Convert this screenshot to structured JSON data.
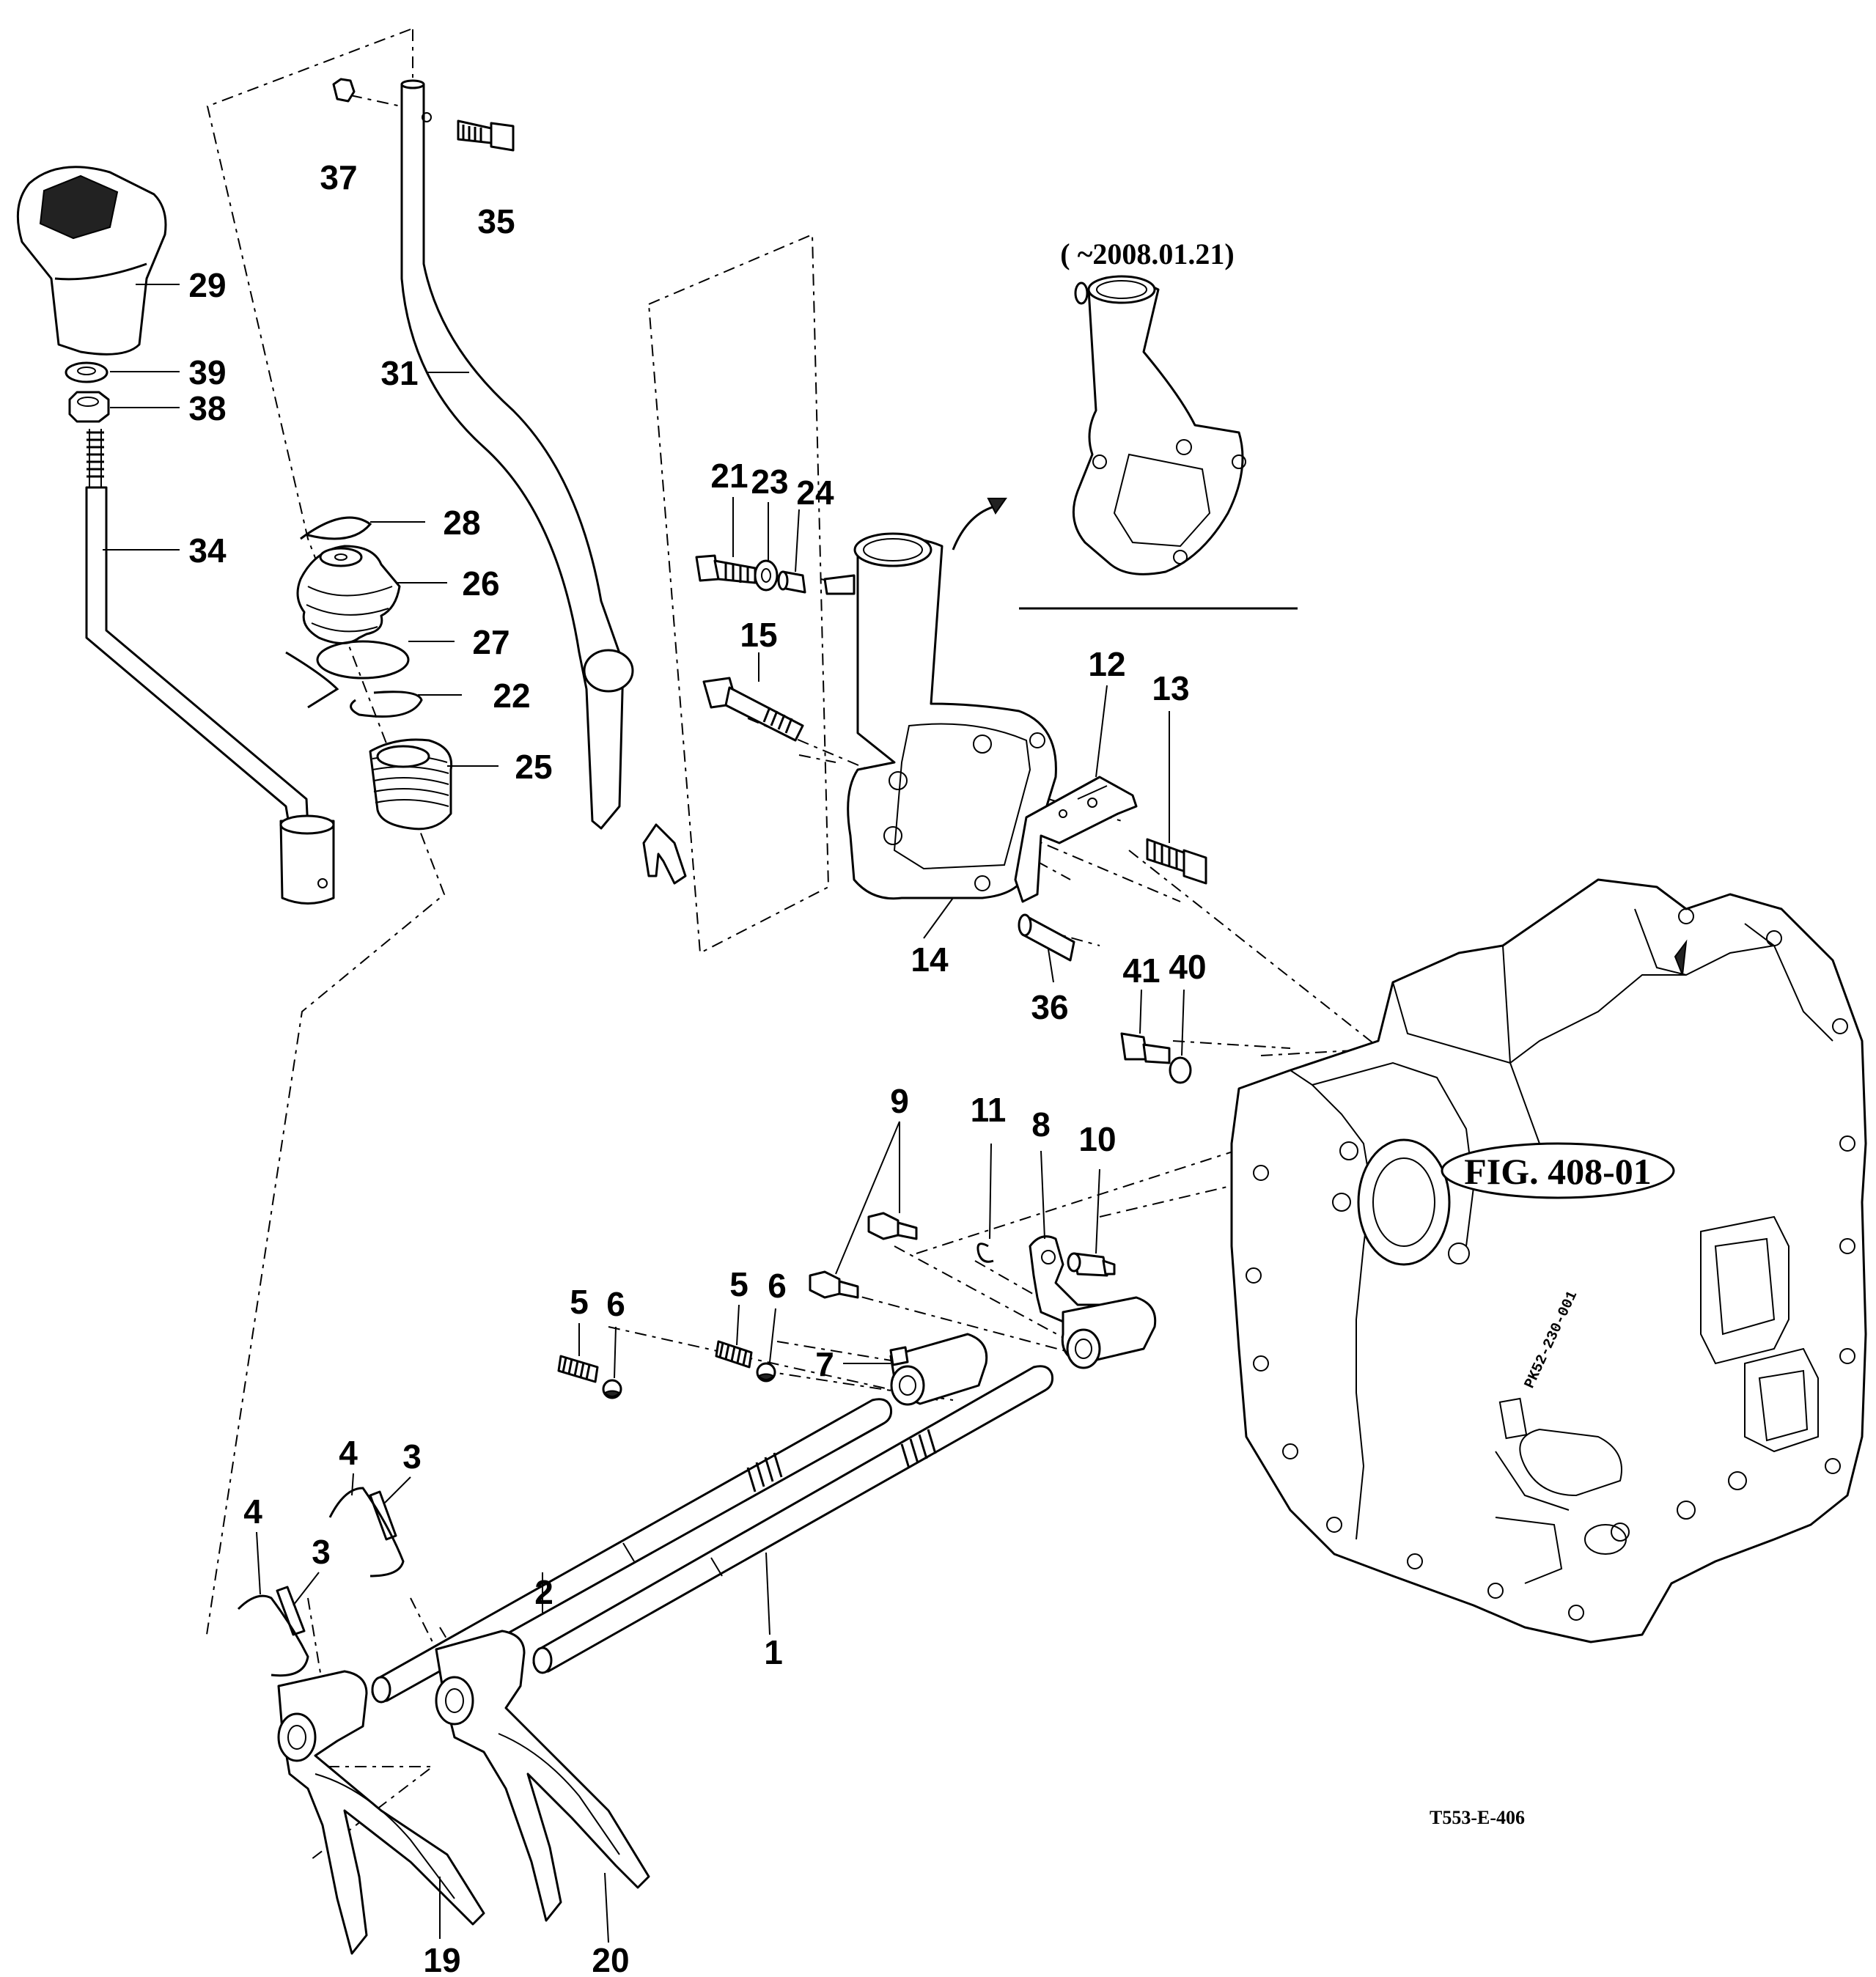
{
  "date_note": "( ~2008.01.21)",
  "figure_ref": "FIG. 408-01",
  "drawing_code": "T553-E-406",
  "casting_stamp": "PK52-230-001",
  "part_numbers": [
    "37",
    "35",
    "29",
    "39",
    "38",
    "31",
    "34",
    "28",
    "26",
    "27",
    "22",
    "25",
    "21",
    "23",
    "24",
    "15",
    "12",
    "13",
    "14",
    "36",
    "41",
    "40",
    "9",
    "11",
    "8",
    "10",
    "5",
    "6",
    "5",
    "6",
    "7",
    "4",
    "3",
    "4",
    "3",
    "2",
    "1",
    "19",
    "20"
  ]
}
